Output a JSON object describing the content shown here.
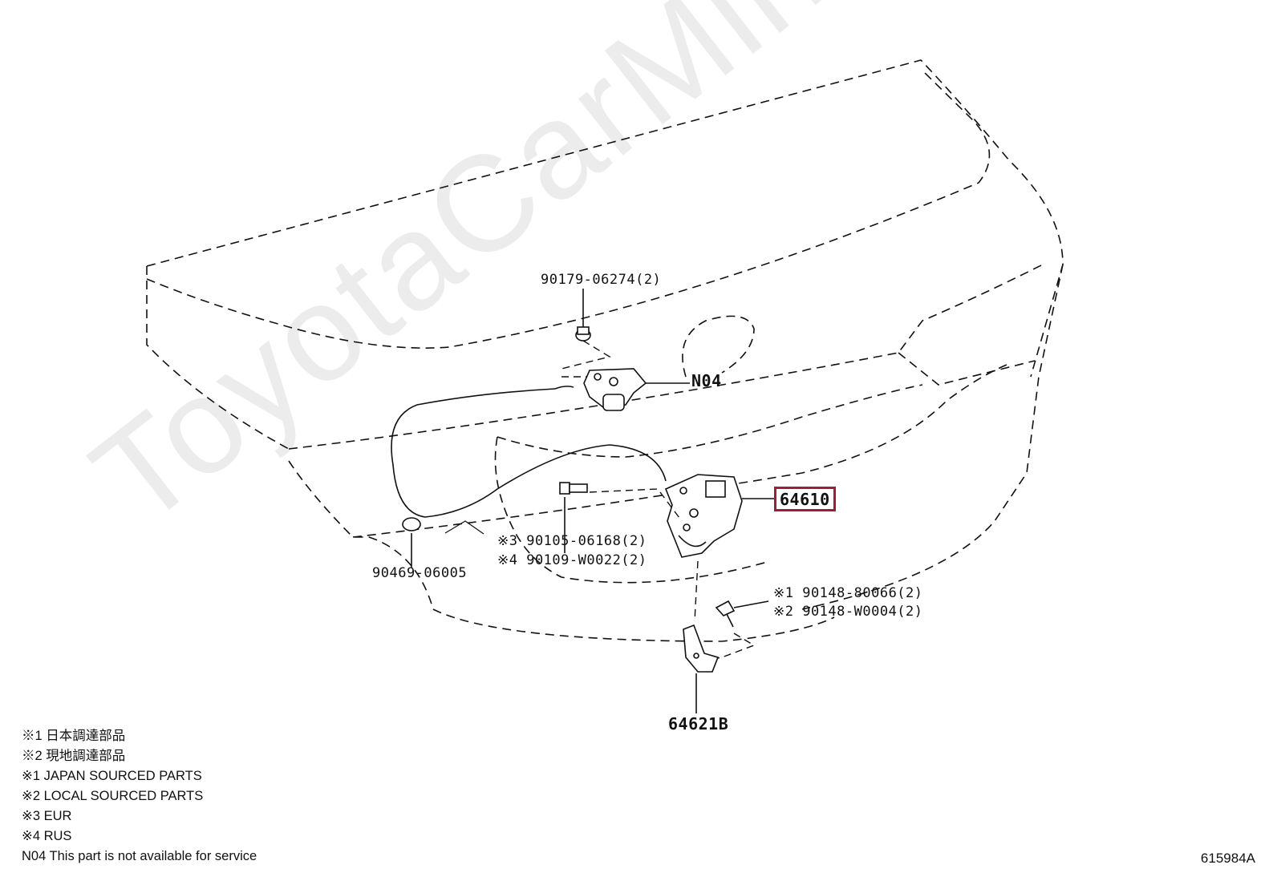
{
  "watermark": "ToyotaCarMine.ru",
  "parts": {
    "clip_top": "90179-06274(2)",
    "n04": "N04",
    "lock": "64610",
    "bolt_eur": "※3 90105-06168(2)",
    "bolt_rus": "※4 90109-W0022(2)",
    "plug": "90469-06005",
    "screw_jp": "※1 90148-80066(2)",
    "screw_local": "※2 90148-W0004(2)",
    "bracket": "64621B"
  },
  "legend": [
    "※1  日本調達部品",
    "※2  現地調達部品",
    "※1  JAPAN SOURCED PARTS",
    "※2  LOCAL SOURCED PARTS",
    "※3 EUR",
    "※4 RUS",
    "N04  This part is not available for service"
  ],
  "diagram_code": "615984A",
  "colors": {
    "highlight_box": "#a01c3c",
    "line": "#111111"
  }
}
